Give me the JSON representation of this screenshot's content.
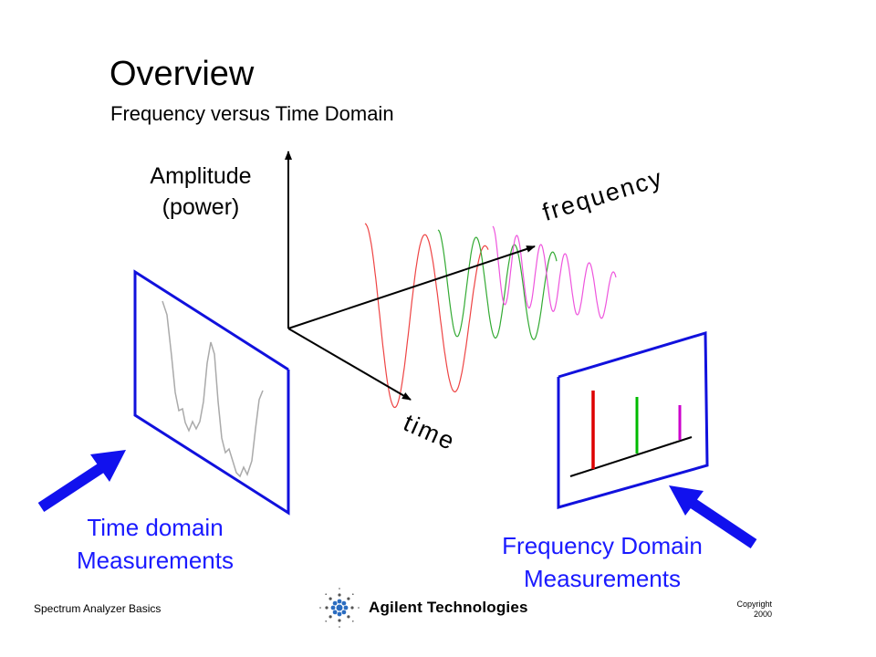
{
  "slide": {
    "title": "Overview",
    "subtitle": "Frequency versus Time Domain"
  },
  "axes": {
    "amplitude_line1": "Amplitude",
    "amplitude_line2": "(power)",
    "frequency": "frequency",
    "time": "time"
  },
  "measurements": {
    "time_domain_line1": "Time domain",
    "time_domain_line2": "Measurements",
    "frequency_domain_line1": "Frequency Domain",
    "frequency_domain_line2": "Measurements"
  },
  "footer": {
    "left": "Spectrum Analyzer Basics",
    "logo": "Agilent Technologies",
    "copyright_line1": "Copyright",
    "copyright_line2": "2000"
  },
  "colors": {
    "panel_border": "#1111dd",
    "arrow": "#1111ee",
    "measurement_text": "#1a1aff",
    "wave_red": "#ee4444",
    "wave_green": "#33aa33",
    "wave_magenta": "#ee55dd",
    "spectral_red": "#dd0000",
    "spectral_green": "#00bb00",
    "spectral_magenta": "#cc00cc",
    "time_waveform": "#aaaaaa"
  }
}
